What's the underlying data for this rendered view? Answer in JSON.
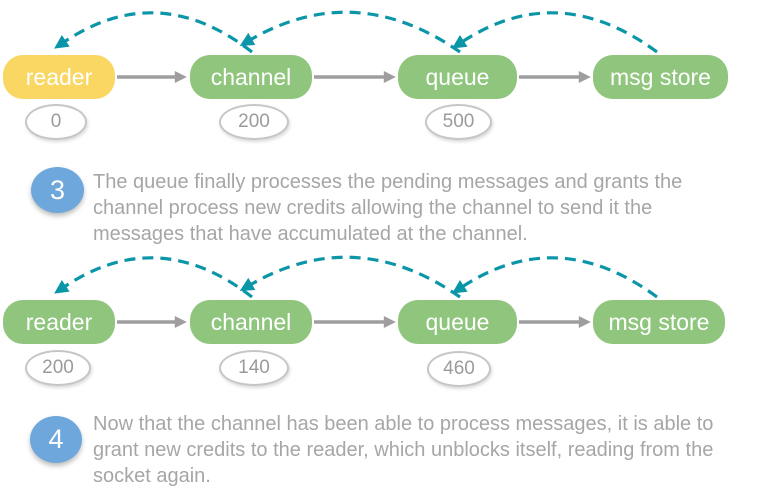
{
  "colors": {
    "node_green": "#8FC57D",
    "node_yellow": "#FAD763",
    "flow_arrow_gray": "#9E9E9E",
    "credit_arc_teal": "#0B96A8",
    "step_badge_blue": "#6EA7DB",
    "body_text_gray": "#A6A6A6"
  },
  "diagrams": [
    {
      "name": "flow-state-step-3",
      "nodes": [
        {
          "label": "reader",
          "fill": "yellow",
          "credits": "0"
        },
        {
          "label": "channel",
          "fill": "green",
          "credits": "200"
        },
        {
          "label": "queue",
          "fill": "green",
          "credits": "500"
        },
        {
          "label": "msg store",
          "fill": "green"
        }
      ]
    },
    {
      "name": "flow-state-step-4",
      "nodes": [
        {
          "label": "reader",
          "fill": "green",
          "credits": "200"
        },
        {
          "label": "channel",
          "fill": "green",
          "credits": "140"
        },
        {
          "label": "queue",
          "fill": "green",
          "credits": "460"
        },
        {
          "label": "msg store",
          "fill": "green"
        }
      ]
    }
  ],
  "steps": [
    {
      "number": "3",
      "lines": [
        "The queue finally processes the pending messages and grants the",
        "channel process new credits allowing the channel to send it the",
        "messages that have accumulated at the channel."
      ]
    },
    {
      "number": "4",
      "lines": [
        "Now that the channel has been able to process messages, it is able to",
        "grant new credits to the reader, which unblocks itself, reading from the",
        "socket again."
      ]
    }
  ]
}
